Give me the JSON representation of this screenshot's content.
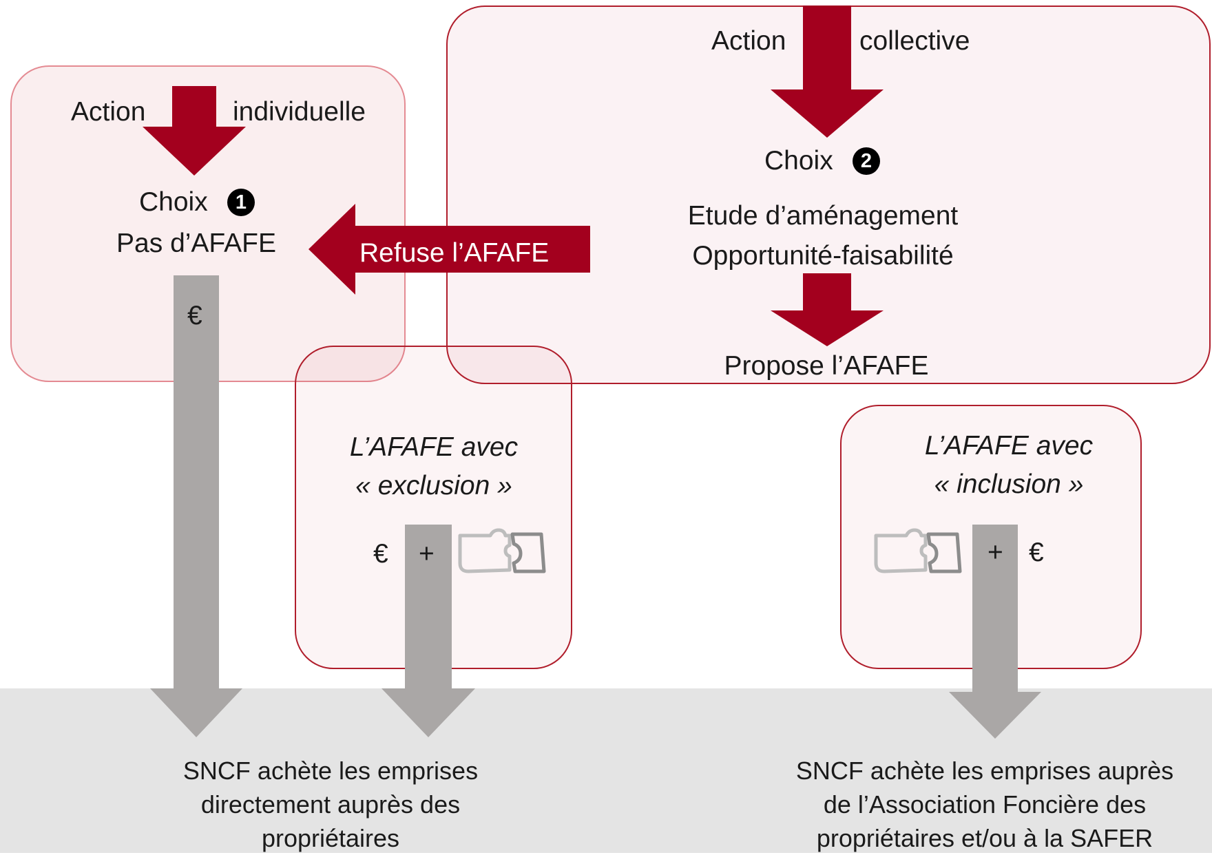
{
  "collective": {
    "action_word": "Action",
    "action_type": "collective",
    "choice_label": "Choix",
    "choice_number": "2",
    "study_line1": "Etude d’aménagement",
    "study_line2": "Opportunité-faisabilité",
    "propose": "Propose l’AFAFE"
  },
  "individual": {
    "action_word": "Action",
    "action_type": "individuelle",
    "choice_label": "Choix",
    "choice_number": "1",
    "no_afafe": "Pas d’AFAFE"
  },
  "refuse_label": "Refuse l’AFAFE",
  "exclusion": {
    "line1": "L’AFAFE avec",
    "line2": "« exclusion »",
    "euro": "€",
    "plus": "+",
    "puzzle_icon": "puzzle-icon"
  },
  "inclusion": {
    "line1": "L’AFAFE avec",
    "line2": "« inclusion »",
    "euro": "€",
    "plus": "+",
    "puzzle_icon": "puzzle-icon"
  },
  "euro_individual": "€",
  "footer": {
    "left_line1": "SNCF achète les emprises",
    "left_line2": "directement auprès des",
    "left_line3": "propriétaires",
    "right_line1": "SNCF achète les emprises auprès",
    "right_line2": "de l’Association Foncière des",
    "right_line3": "propriétaires et/ou à la SAFER"
  },
  "colors": {
    "accent_red": "#a3001e",
    "arrow_grey": "#aaa7a6",
    "footer_bg": "#e4e4e4"
  }
}
